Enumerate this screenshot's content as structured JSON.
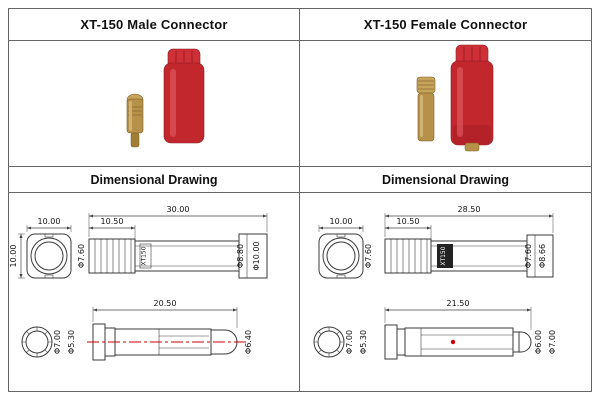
{
  "panels": {
    "male": {
      "title": "XT-150 Male Connector",
      "drawing_title": "Dimensional Drawing",
      "dims": {
        "front_width": "10.00",
        "front_height": "10.00",
        "overall_length": "30.00",
        "cap_length": "10.50",
        "body_dia": "Φ7.60",
        "brand_mark": "XT150",
        "end_dia_inner": "Φ8.80",
        "end_dia_outer": "Φ10.00",
        "pin_outer_dia": "Φ7.00",
        "pin_inner_dia": "Φ5.30",
        "pin_length": "20.50",
        "pin_dia": "Φ6.40"
      }
    },
    "female": {
      "title": "XT-150 Female Connector",
      "drawing_title": "Dimensional Drawing",
      "dims": {
        "front_width": "10.00",
        "front_dia": "Φ7.60",
        "overall_length": "28.50",
        "cap_length": "10.50",
        "brand_mark": "XT150",
        "end_dia_inner": "Φ7.60",
        "end_dia_outer": "Φ8.66",
        "socket_outer_dia": "Φ7.00",
        "socket_inner_dia": "Φ5.30",
        "socket_length": "21.50",
        "bore_dia": "Φ6.00",
        "tip_dia": "Φ7.00"
      }
    }
  },
  "colors": {
    "housing_red": "#c1272d",
    "connector_gold": "#b5914a",
    "drawing_line": "#3a3a3a",
    "centerline_red": "#cc0000"
  }
}
